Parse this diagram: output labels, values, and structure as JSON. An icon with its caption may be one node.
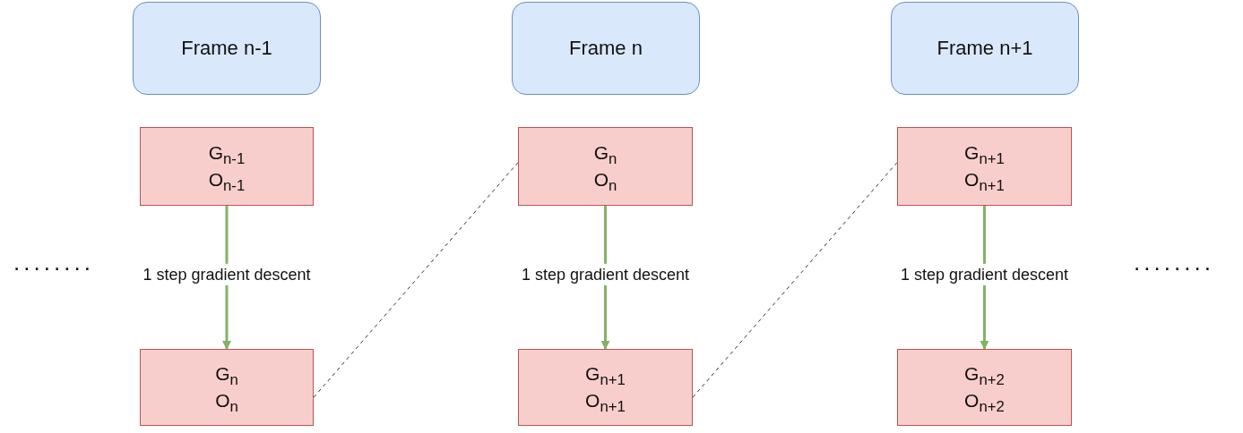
{
  "diagram": {
    "nodes": [
      {
        "text": [
          "Frame n-1"
        ]
      },
      {
        "text": [
          "Frame n"
        ]
      },
      {
        "text": [
          "Frame n+1"
        ]
      },
      {
        "text": [
          "G$_{n-1}$",
          "O$_{n-1}$"
        ]
      },
      {
        "text": [
          "G$_{n}$",
          "O$_{n}$"
        ]
      },
      {
        "text": [
          "G$_{n+1}$",
          "O$_{n+1}$"
        ]
      },
      {
        "text": [
          "G$_{n}$",
          "O$_{n}$"
        ]
      },
      {
        "text": [
          "G$_{n+1}$",
          "O$_{n+1}$"
        ]
      },
      {
        "text": [
          "G$_{n+2}$",
          "O$_{n+2}$"
        ]
      }
    ],
    "edges": [
      {
        "from": 3,
        "to": 6,
        "arrow": "to",
        "label": "1 step gradient descent"
      },
      {
        "from": 4,
        "to": 7,
        "arrow": "to",
        "label": "1 step gradient descent"
      },
      {
        "from": 5,
        "to": 8,
        "arrow": "to",
        "label": "1 step gradient descent"
      },
      {
        "from": 6,
        "to": 4,
        "arrow": "none",
        "style": "dashed",
        "color": "#333333"
      },
      {
        "from": 7,
        "to": 5,
        "arrow": "none",
        "style": "dashed",
        "color": "#333333"
      }
    ],
    "labels": [
      "........",
      "........"
    ]
  }
}
